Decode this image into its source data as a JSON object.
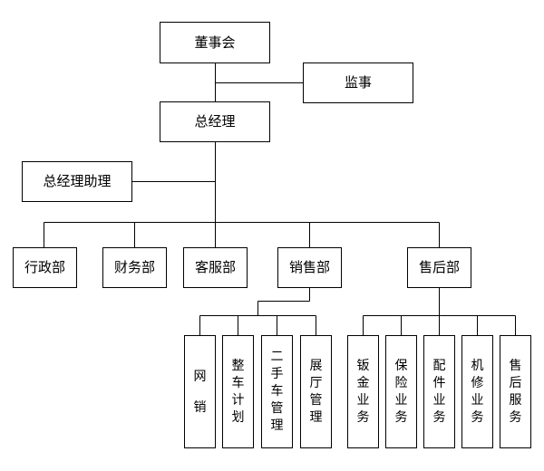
{
  "org": {
    "board": "董事会",
    "supervisor": "监事",
    "gm": "总经理",
    "gm_assistant": "总经理助理",
    "departments": {
      "admin": "行政部",
      "finance": "财务部",
      "customer_service": "客服部",
      "sales": "销售部",
      "after_sales": "售后部"
    },
    "sales_units": {
      "online_sales": "网销",
      "vehicle_plan": "整车计划",
      "used_car": "二手车管理",
      "showroom": "展厅管理"
    },
    "after_sales_units": {
      "sheet_metal": "钣金业务",
      "insurance": "保险业务",
      "parts": "配件业务",
      "mechanical": "机修业务",
      "service": "售后服务"
    }
  }
}
